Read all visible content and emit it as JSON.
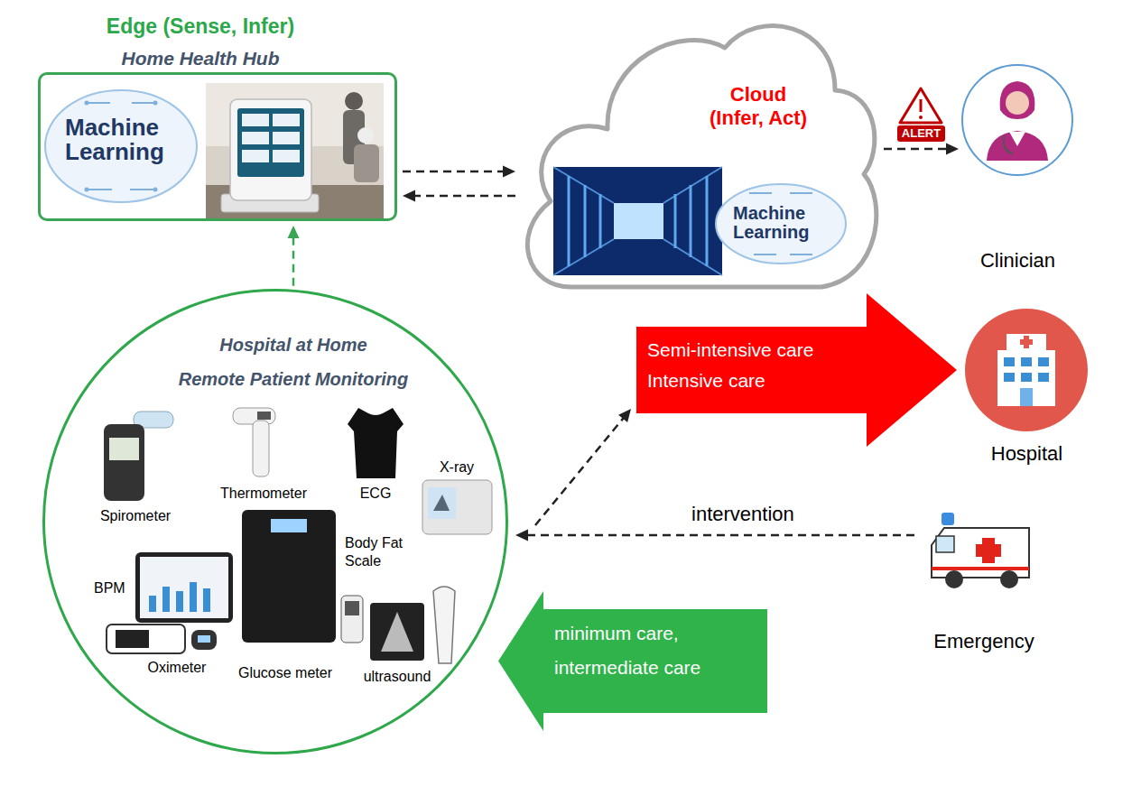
{
  "diagram": {
    "nodes": [
      {
        "text": [
          "Edge (Sense, Infer)",
          "Home Health Hub",
          "Machine Learning"
        ]
      },
      {
        "text": [
          "Cloud (Infer, Act)",
          "Machine Learning"
        ]
      },
      {
        "text": [
          "Clinician"
        ]
      },
      {
        "text": [
          "Hospital at Home",
          "Remote Patient Monitoring"
        ]
      },
      {
        "text": [
          "Semi-intensive care",
          "Intensive care"
        ]
      },
      {
        "text": [
          "Hospital"
        ]
      },
      {
        "text": [
          "Emergency"
        ]
      },
      {
        "text": [
          "minimum care,",
          "intermediate care"
        ]
      }
    ],
    "edges": [
      {
        "from": 0,
        "to": 1,
        "arrow": "to"
      },
      {
        "from": 1,
        "to": 0,
        "arrow": "to"
      },
      {
        "from": 1,
        "to": 2,
        "label": "ALERT",
        "arrow": "to"
      },
      {
        "from": 3,
        "to": 0,
        "arrow": "to"
      },
      {
        "from": 3,
        "to": 4,
        "arrow": "to"
      },
      {
        "from": 6,
        "to": 3,
        "label": "intervention",
        "arrow": "to"
      }
    ],
    "labels": [
      "Spirometer",
      "Thermometer",
      "ECG",
      "X-ray",
      "Body Fat Scale",
      "BPM",
      "Oximeter",
      "Glucose meter",
      "ultrasound"
    ]
  }
}
